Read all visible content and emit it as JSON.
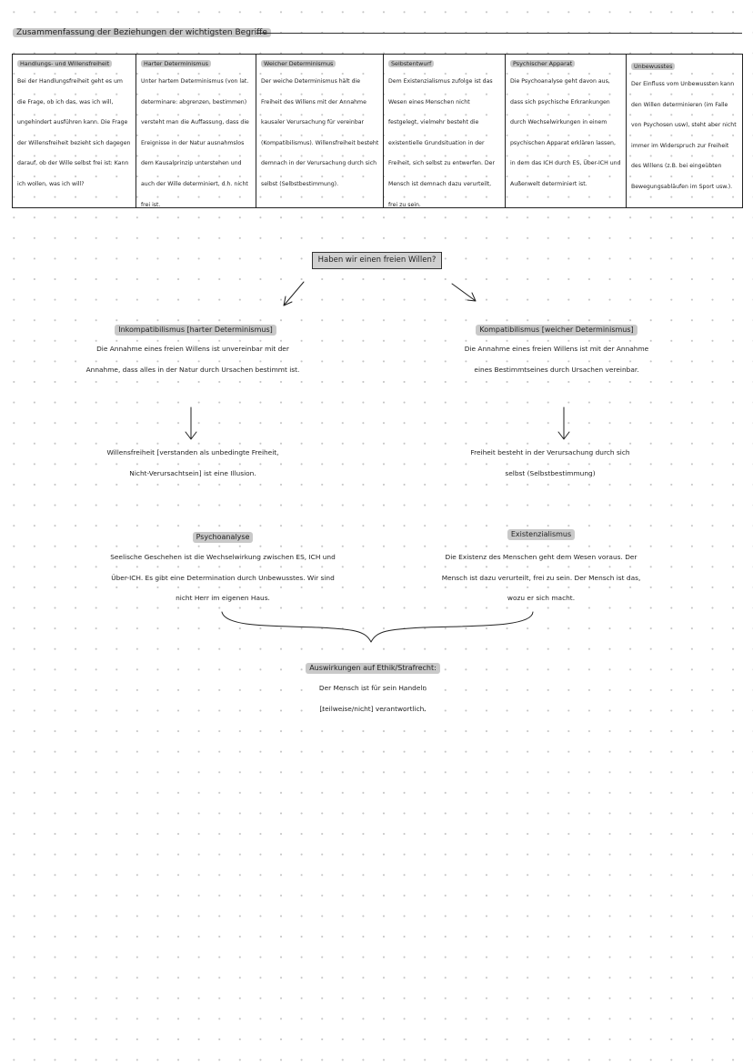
{
  "page_title": "Zusammenfassung der Beziehungen der wichtigsten Begriffe",
  "summary_columns": [
    {
      "heading": "Handlungs- und Willensfreiheit",
      "text": "Bei der Handlungsfreiheit geht es um die Frage, ob ich das, was ich will, ungehindert ausführen kann. Die Frage der Willensfreiheit bezieht sich dagegen darauf, ob der Wille selbst frei ist: Kann ich wollen, was ich will?"
    },
    {
      "heading": "Harter Determinismus",
      "text": "Unter hartem Determinismus (von lat. determinare: abgrenzen, bestimmen) versteht man die Auffassung, dass die Ereignisse in der Natur ausnahmslos dem Kausalprinzip unterstehen und auch der Wille determiniert, d.h. nicht frei ist."
    },
    {
      "heading": "Weicher Determinismus",
      "text": "Der weiche Determinismus hält die Freiheit des Willens mit der Annahme kausaler Verursachung für vereinbar (Kompatibilismus). Willensfreiheit besteht demnach in der Verursachung durch sich selbst (Selbstbestimmung)."
    },
    {
      "heading": "Selbstentwurf",
      "text": "Dem Existenzialismus zufolge ist das Wesen eines Menschen nicht festgelegt, vielmehr besteht die existentielle Grundsituation in der Freiheit, sich selbst zu entwerfen. Der Mensch ist demnach dazu verurteilt, frei zu sein."
    },
    {
      "heading": "Psychischer Apparat",
      "text": "Die Psychoanalyse geht davon aus, dass sich psychische Erkrankungen durch Wechselwirkungen in einem psychischen Apparat erklären lassen, in dem das ICH durch ES, Über-ICH und Außenwelt determiniert ist."
    },
    {
      "heading": "Unbewusstes",
      "text": "Der Einfluss vom Unbewussten kann den Willen determinieren (im Falle von Psychosen usw), steht aber nicht immer im Widerspruch zur Freiheit des Willens (z.B. bei eingeübten Bewegungsabläufen im Sport usw.)."
    }
  ],
  "question": "Haben wir einen freien Willen?",
  "left_branch": {
    "heading": "Inkompatibilismus [harter Determinismus]",
    "statement": "Die Annahme eines freien Willens ist unvereinbar mit der Annahme, dass alles in der Natur durch Ursachen bestimmt ist.",
    "conclusion": "Willensfreiheit [verstanden als unbedingte Freiheit, Nicht-Verursachtsein] ist eine Illusion.",
    "example_heading": "Psychoanalyse",
    "example_text": "Seelische Geschehen ist die Wechselwirkung zwischen ES, ICH und Über-ICH. Es gibt eine Determination durch Unbewusstes. Wir sind nicht Herr im eigenen Haus."
  },
  "right_branch": {
    "heading": "Kompatibilismus [weicher Determinismus]",
    "statement": "Die Annahme eines freien Willens ist mit der Annahme eines Bestimmtseines durch Ursachen vereinbar.",
    "conclusion": "Freiheit besteht in der Verursachung durch sich selbst (Selbstbestimmung)",
    "example_heading": "Existenzialismus",
    "example_text": "Die Existenz des Menschen geht dem Wesen voraus. Der Mensch ist dazu verurteilt, frei zu sein. Der Mensch ist das, wozu er sich macht."
  },
  "bottom": {
    "heading": "Auswirkungen auf Ethik/Strafrecht:",
    "text": "Der Mensch ist für sein Handeln [teilweise/nicht] verantwortlich."
  }
}
